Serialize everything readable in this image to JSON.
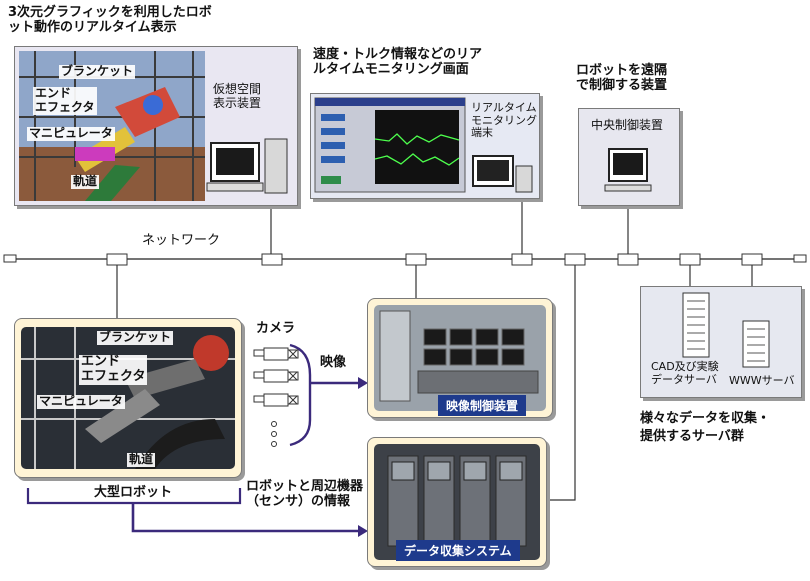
{
  "top": {
    "graphics_caption": "3次元グラフィックを利用したロボット動作のリアルタイム表示",
    "graphics_caption_lines": [
      "3次元グラフィックを利用したロボ",
      "ット動作のリアルタイム表示"
    ],
    "graphics_labels": {
      "blanket": "ブランケット",
      "end_effector": [
        "エンド",
        "エフェクタ"
      ],
      "manipulator": "マニピュレータ",
      "track": "軌道"
    },
    "vr_display_label": [
      "仮想空間",
      "表示装置"
    ],
    "monitoring_caption": [
      "速度・トルク情報などのリア",
      "ルタイムモニタリング画面"
    ],
    "monitoring_terminal_label": [
      "リアルタイム",
      "モニタリング",
      "端末"
    ],
    "remote_caption": [
      "ロボットを遠隔",
      "で制御する装置"
    ],
    "central_control_label": "中央制御装置"
  },
  "network_label": "ネットワーク",
  "robot": {
    "labels": {
      "blanket": "ブランケット",
      "end_effector": [
        "エンド",
        "エフェクタ"
      ],
      "manipulator": "マニピュレータ",
      "track": "軌道"
    },
    "caption": "大型ロボット"
  },
  "camera_label": "カメラ",
  "video_label": "映像",
  "video_control_label": "映像制御装置",
  "sensor_info_label": [
    "ロボットと周辺機器",
    "（センサ）の情報"
  ],
  "data_collection_label": "データ収集システム",
  "servers": {
    "cad_label": [
      "CAD及び実験",
      "データサーバ"
    ],
    "www_label": "WWWサーバ",
    "caption": [
      "様々なデータを収集・",
      "提供するサーバ群"
    ]
  }
}
